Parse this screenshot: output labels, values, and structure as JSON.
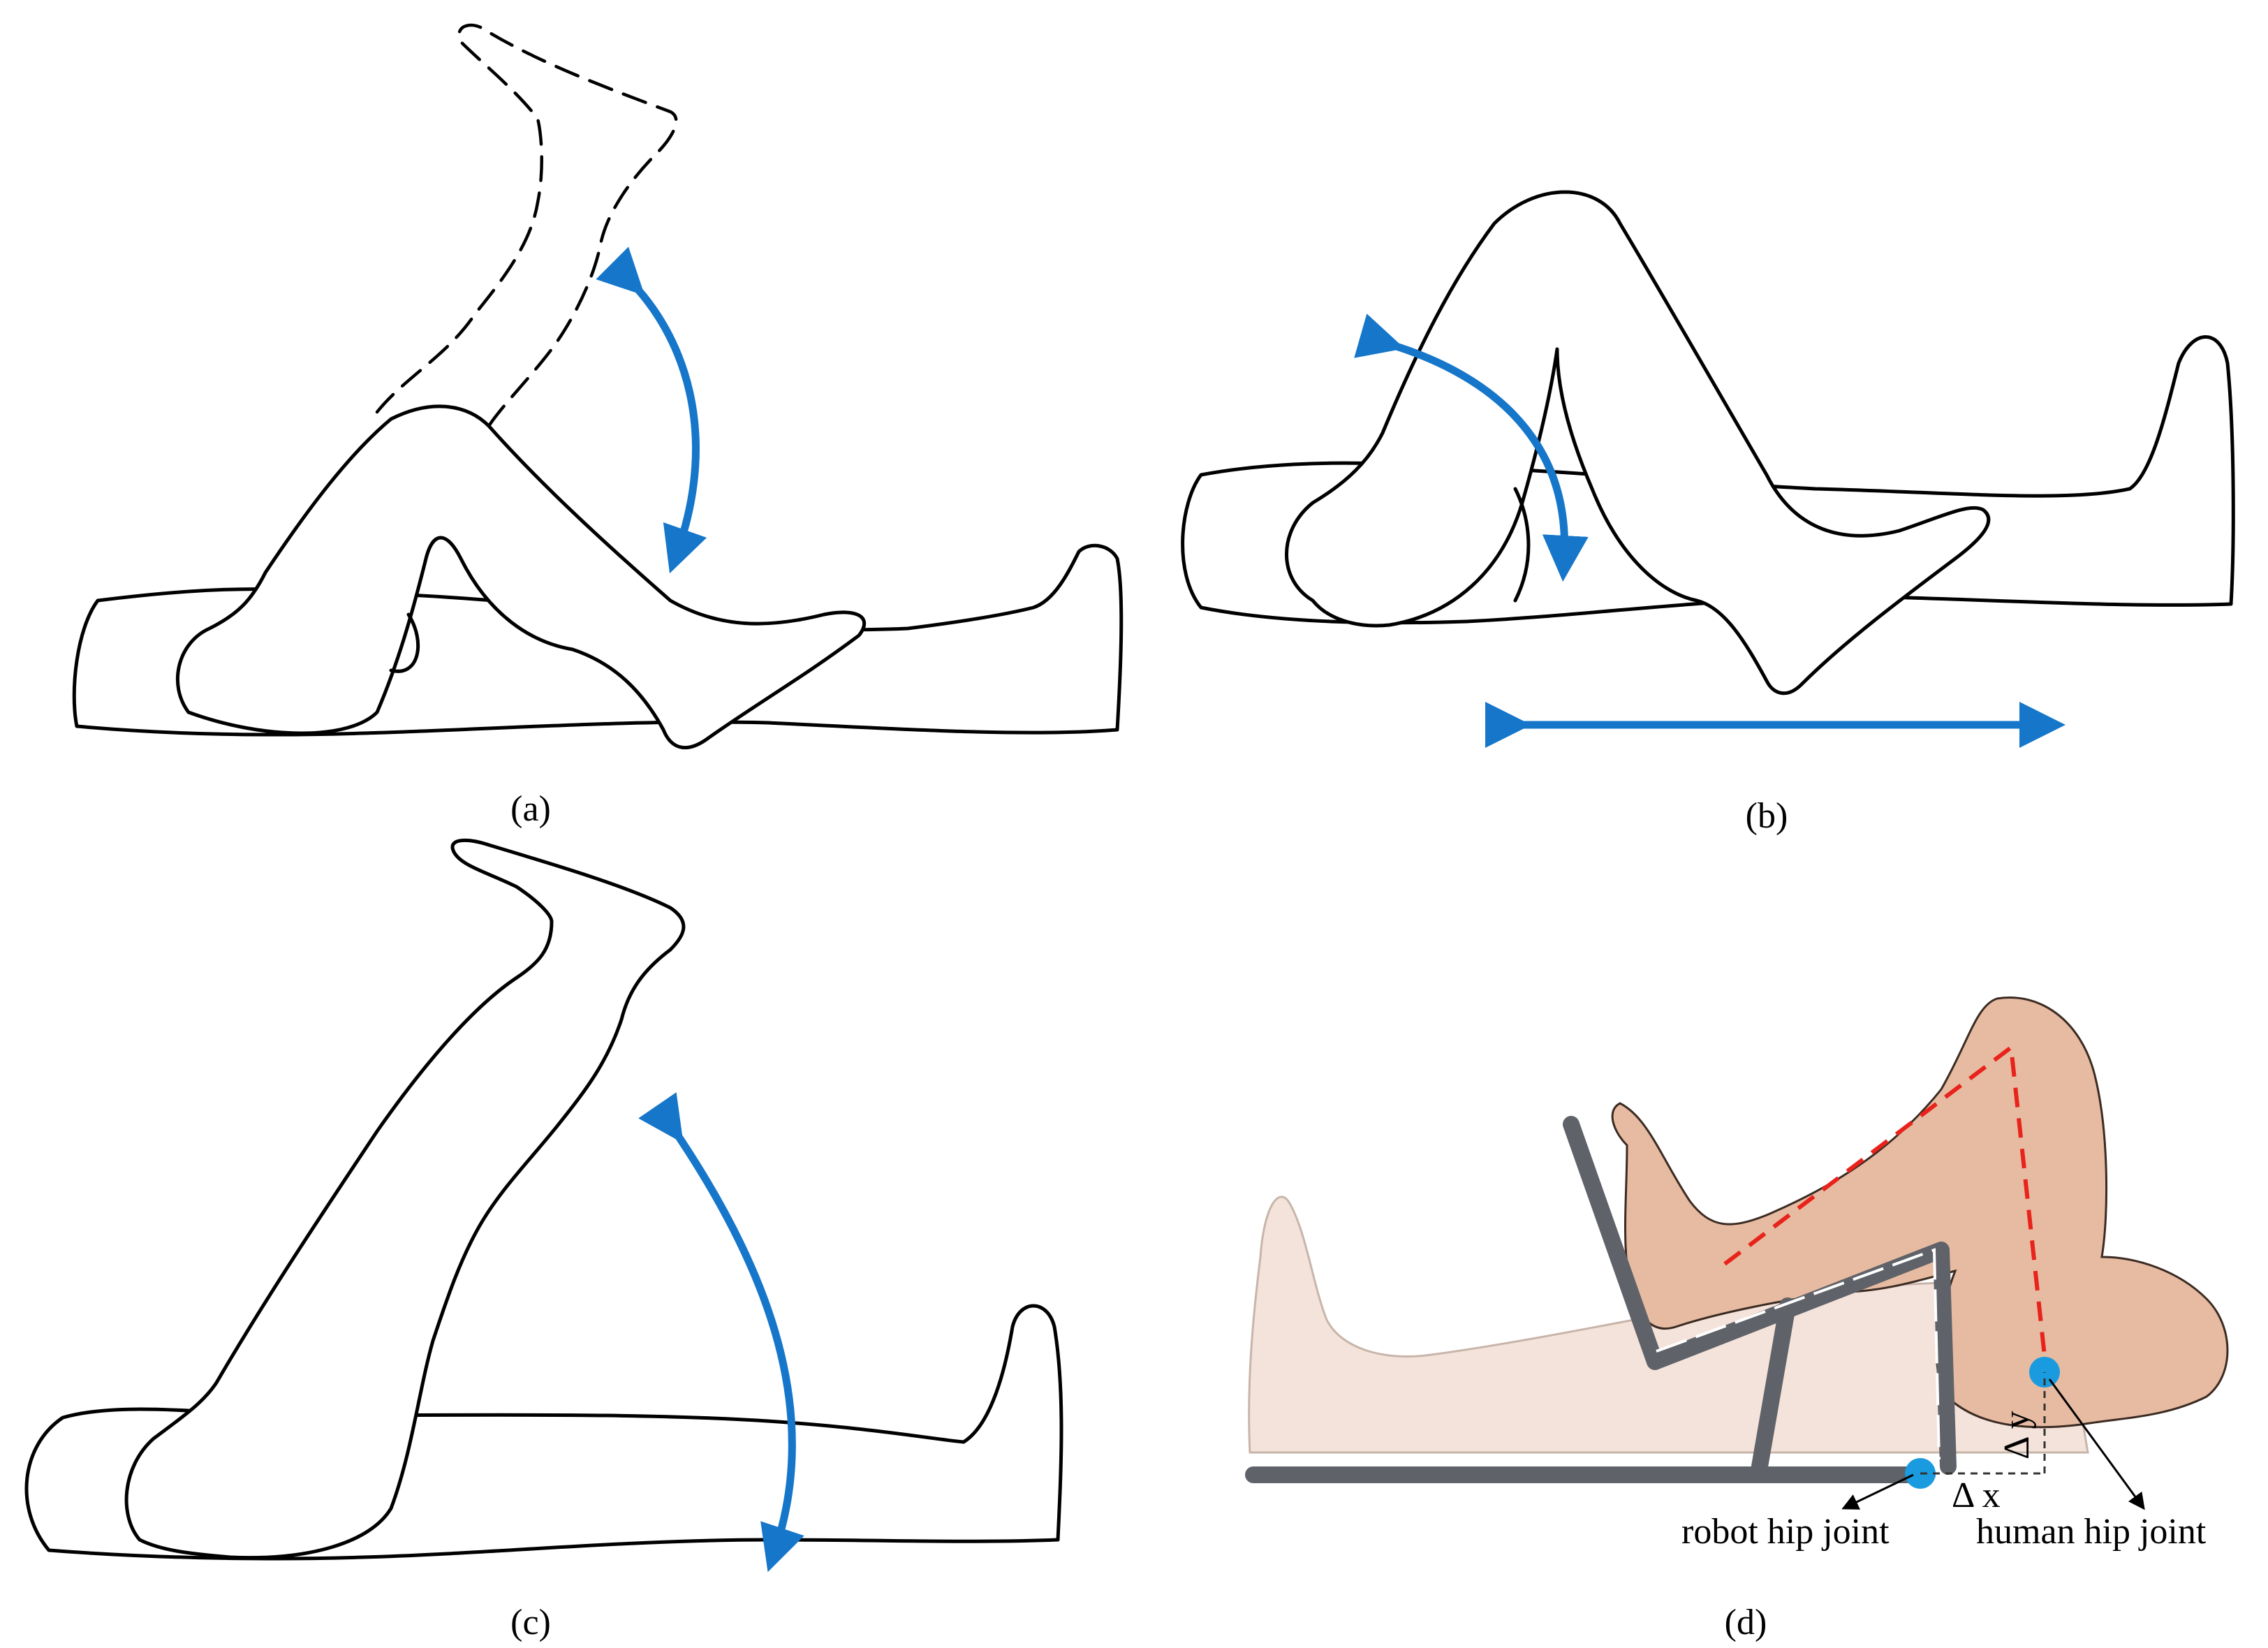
{
  "panels": [
    {
      "id": "a",
      "caption": "(a)"
    },
    {
      "id": "b",
      "caption": "(b)"
    },
    {
      "id": "c",
      "caption": "(c)"
    },
    {
      "id": "d",
      "caption": "(d)"
    }
  ],
  "panel_d": {
    "robot_label": "robot hip joint",
    "human_label": "human hip joint",
    "delta_x": "Δ x",
    "delta_y": "Δ y"
  },
  "colors": {
    "motion_arrow": "#1676c9",
    "robot_frame": "#5f6268",
    "skin_leg": "#e6bba2",
    "skin_leg_light": "#f4e3da",
    "alignment_line": "#e8231b",
    "joint_marker": "#1a9be0"
  }
}
